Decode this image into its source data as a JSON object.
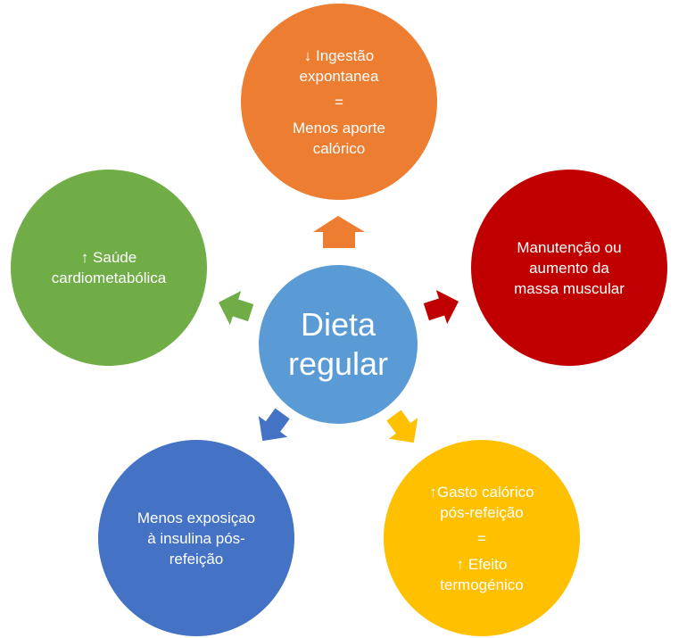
{
  "colors": {
    "orange": "#ED7D31",
    "red": "#C00000",
    "yellow": "#FFC000",
    "blue": "#4472C4",
    "green": "#70AD47",
    "center": "#5B9BD5"
  },
  "center": {
    "lines": [
      "Dieta",
      "regular"
    ]
  },
  "nodes": {
    "intake": {
      "lines": [
        "↓ Ingestão",
        "expontanea"
      ],
      "eq": "=",
      "lines2": [
        "Menos aporte",
        "calórico"
      ]
    },
    "muscle": {
      "lines": [
        "Manutenção ou",
        "aumento da",
        "massa muscular"
      ]
    },
    "thermo": {
      "lines": [
        "↑Gasto calórico",
        "pós-refeição"
      ],
      "eq": "=",
      "lines2": [
        "↑ Efeito",
        "termogénico"
      ]
    },
    "insulin": {
      "lines": [
        "Menos exposiçao",
        "à insulina pós-",
        "refeição"
      ]
    },
    "cardio": {
      "lines": [
        "↑ Saúde",
        "cardiometabólica"
      ]
    }
  }
}
